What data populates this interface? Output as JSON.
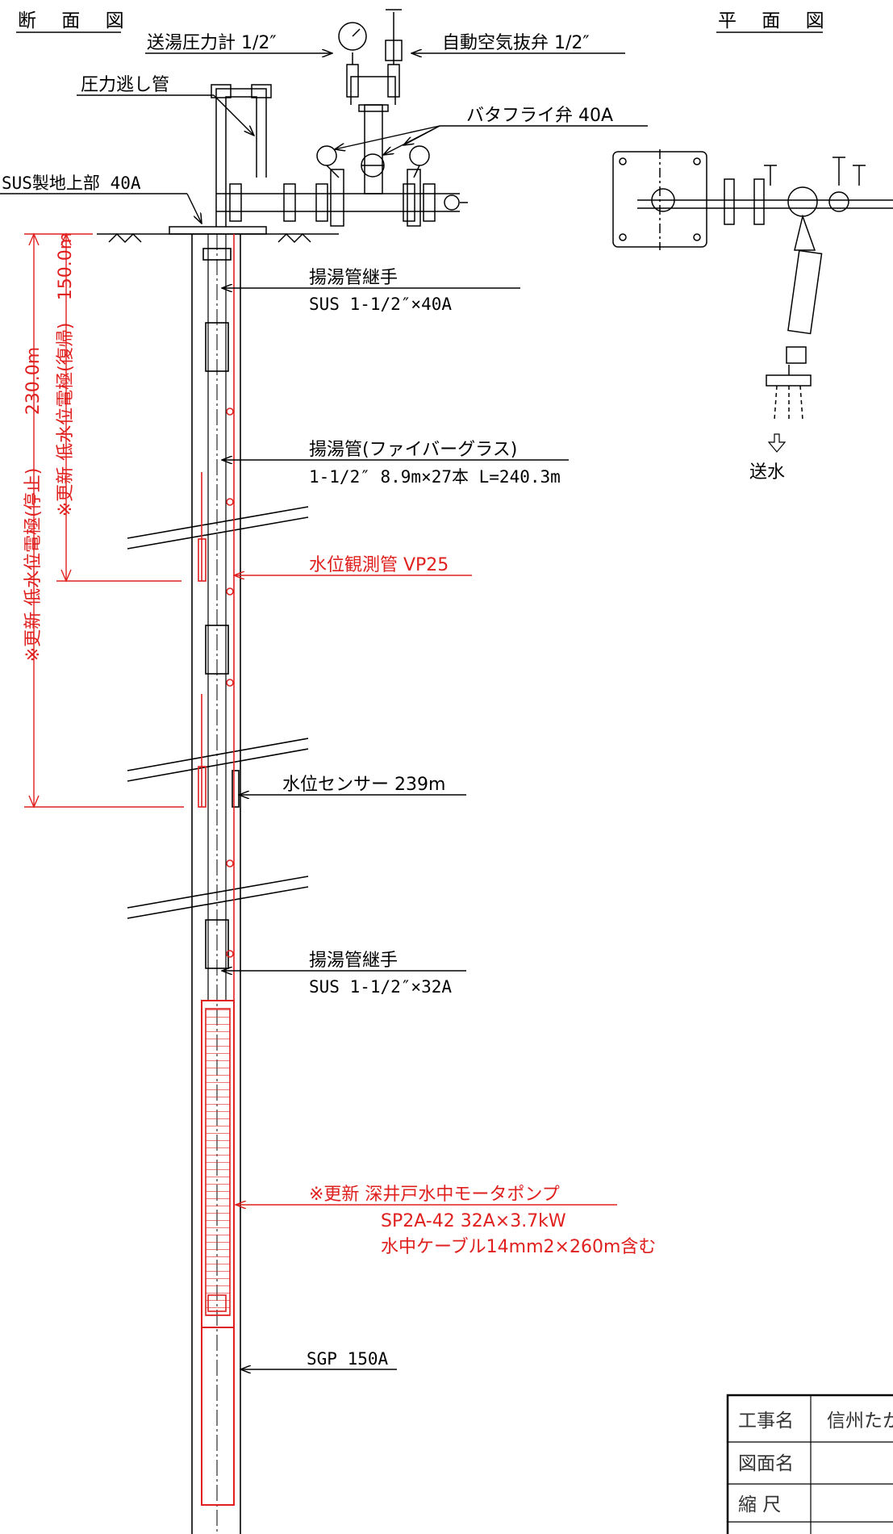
{
  "titles": {
    "section": "断 面 図",
    "plan": "平 面 図"
  },
  "labels": {
    "pressure_gauge": "送湯圧力計 1/2″",
    "air_valve": "自動空気抜弁 1/2″",
    "relief_pipe": "圧力逃し管",
    "butterfly_valve": "バタフライ弁 40A",
    "sus_upper": "SUS製地上部 40A",
    "joint1_title": "揚湯管継手",
    "joint1_spec": "SUS 1-1/2″×40A",
    "riser_title": "揚湯管(ファイバーグラス)",
    "riser_spec": "1-1/2″ 8.9m×27本 L=240.3m",
    "obs_pipe": "水位観測管 VP25",
    "sensor": "水位センサー 239m",
    "joint2_title": "揚湯管継手",
    "joint2_spec": "SUS 1-1/2″×32A",
    "pump_title": "※更新 深井戸水中モータポンプ",
    "pump_spec1": "SP2A-42 32A×3.7kW",
    "pump_spec2": "水中ケーブル14mm2×260m含む",
    "casing": "SGP 150A",
    "send_water": "送水",
    "dim_150": "150.0m",
    "dim_150_note": "※更新 低水位電極(復帰)",
    "dim_230": "230.0m",
    "dim_230_note": "※更新 低水位電極(停止)"
  },
  "title_block": {
    "row1_label": "工事名",
    "row1_value": "信州たか",
    "row2_label": "図面名",
    "row3_label": "縮 尺"
  },
  "colors": {
    "red": "#e0201e",
    "black": "#000000"
  }
}
